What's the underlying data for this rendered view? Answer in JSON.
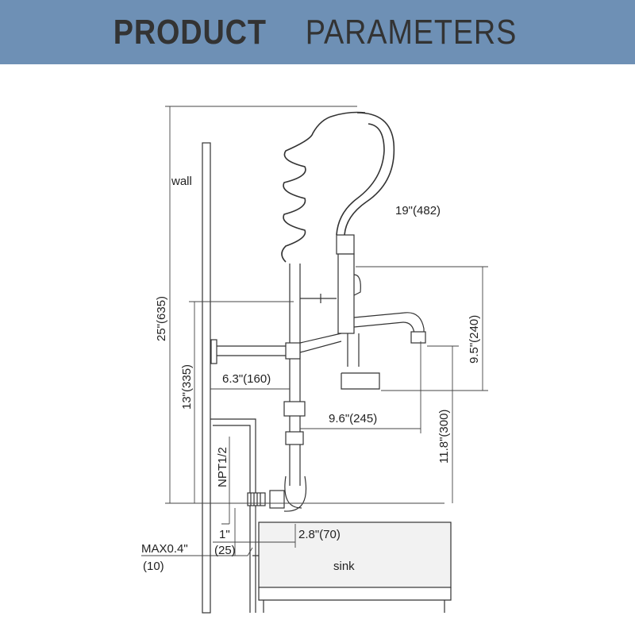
{
  "header": {
    "title_bold": "PRODUCT",
    "title_light": "PARAMETERS"
  },
  "labels": {
    "wall": "wall",
    "hose": "19\"(482)",
    "height_total": "25\"(635)",
    "height_mount": "13\"(335)",
    "height_faucet": "9.5\"(240)",
    "height_spout": "11.8\"(300)",
    "wall_offset": "6.3\"(160)",
    "spout_reach": "9.6\"(245)",
    "npt": "NPT1/2",
    "inlet_in": "1\"",
    "inlet_mm": "(25)",
    "offset_sink": "2.8\"(70)",
    "max_in": "MAX0.4\"",
    "max_mm": "(10)",
    "sink": "sink"
  },
  "colors": {
    "header_bg": "#6e90b5",
    "header_text": "#333333",
    "line": "#333333",
    "sink_fill": "#f2f2f2"
  }
}
